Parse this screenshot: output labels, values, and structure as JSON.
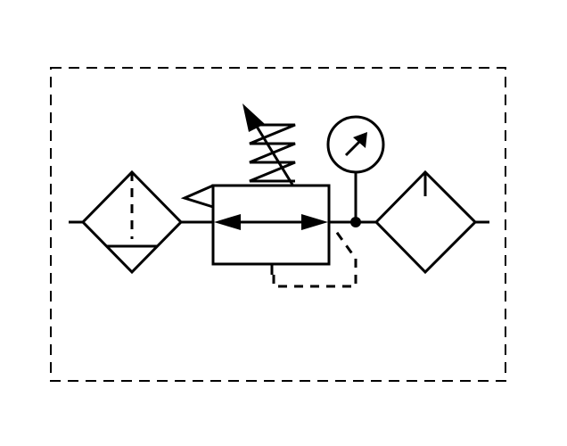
{
  "diagram": {
    "type": "pneumatic-schematic",
    "symbols": [
      "filter-with-manual-drain",
      "adjustable-pressure-regulator",
      "pressure-gauge",
      "lubricator"
    ],
    "colors": {
      "stroke": "#000000",
      "background": "#ffffff"
    }
  }
}
